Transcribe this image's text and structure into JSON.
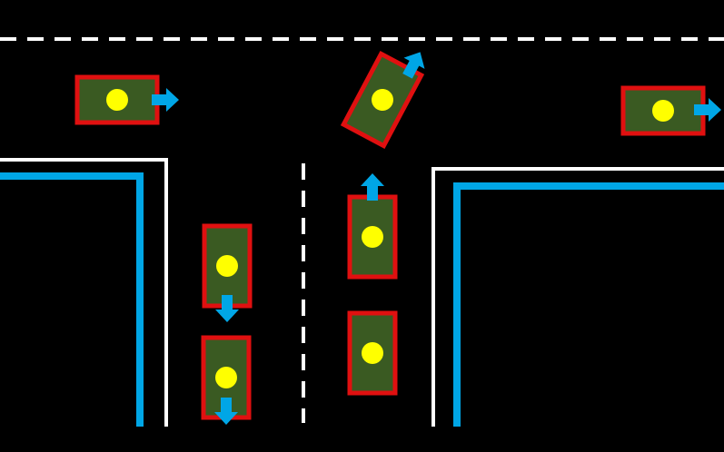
{
  "colors": {
    "background": "#000000",
    "lane_marking": "#ffffff",
    "boundary": "#00a6e6",
    "vehicle_body": "#3a5a22",
    "vehicle_outline": "#e01010",
    "vehicle_center": "#ffff00",
    "heading_arrow": "#00a6e6"
  },
  "vehicles": [
    {
      "id": "v1",
      "heading": "east"
    },
    {
      "id": "v2",
      "heading": "north-east"
    },
    {
      "id": "v3",
      "heading": "east"
    },
    {
      "id": "v4",
      "heading": "south"
    },
    {
      "id": "v5",
      "heading": "south"
    },
    {
      "id": "v6",
      "heading": "north"
    },
    {
      "id": "v7",
      "heading": "none"
    }
  ]
}
